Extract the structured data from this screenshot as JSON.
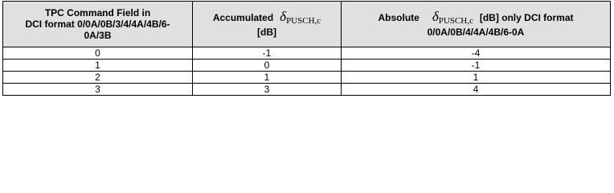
{
  "table": {
    "headers": {
      "col1": [
        "TPC Command Field in",
        "DCI format 0/0A/0B/3/4/4A/4B/6-",
        "0A/3B"
      ],
      "col2": {
        "prefix": "Accumulated",
        "symbol": "δ",
        "subscript": "PUSCH,c",
        "unit": "[dB]"
      },
      "col3": {
        "prefix": "Absolute",
        "symbol": "δ",
        "subscript": "PUSCH,c",
        "suffix": "[dB] only DCI format",
        "line2": "0/0A/0B/4/4A/4B/6-0A"
      }
    },
    "rows": [
      {
        "tpc": "0",
        "accumulated": "-1",
        "absolute": "-4"
      },
      {
        "tpc": "1",
        "accumulated": "0",
        "absolute": "-1"
      },
      {
        "tpc": "2",
        "accumulated": "1",
        "absolute": "1"
      },
      {
        "tpc": "3",
        "accumulated": "3",
        "absolute": "4"
      }
    ]
  }
}
